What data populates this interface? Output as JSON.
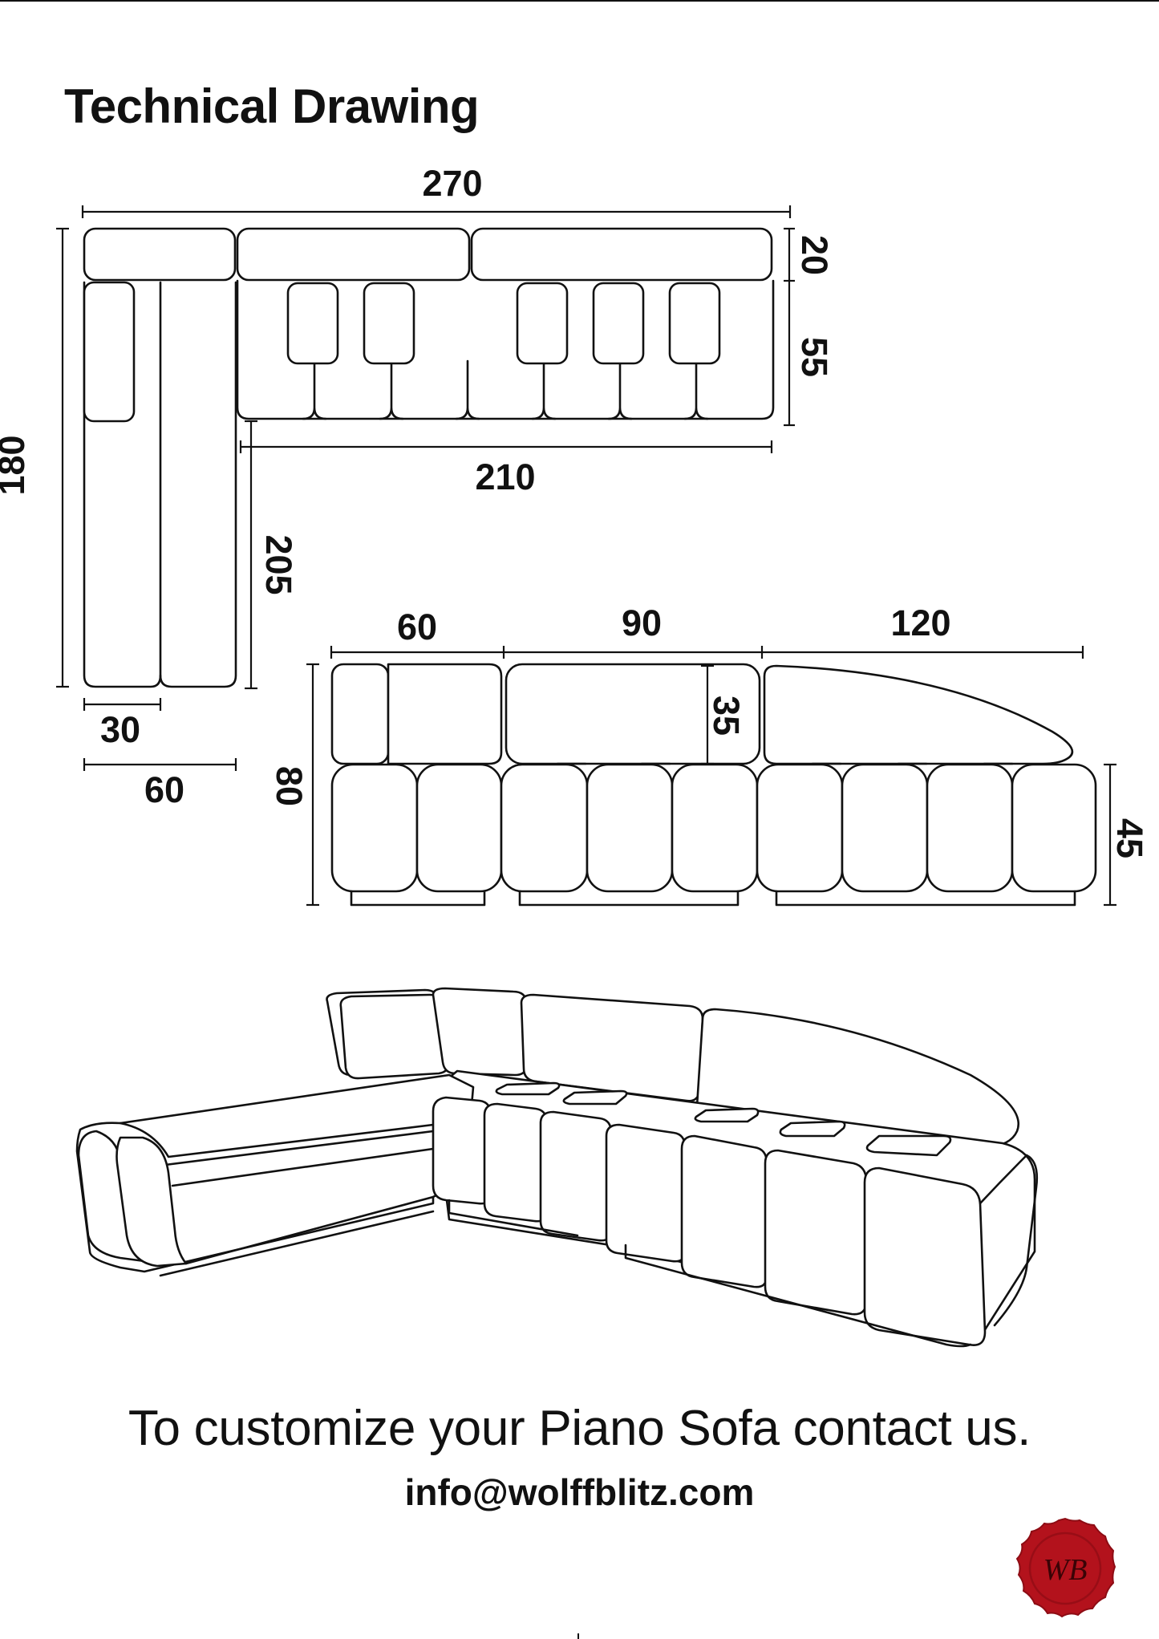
{
  "page": {
    "title": "Technical Drawing"
  },
  "top_view": {
    "width_total": "270",
    "back_depth": "20",
    "seat_depth": "55",
    "seat_run": "210",
    "overall_depth": "180",
    "chaise_length": "205",
    "arm_width": "30",
    "chaise_width": "60"
  },
  "front_view": {
    "module_1_width": "60",
    "module_2_width": "90",
    "module_3_width": "120",
    "back_height": "35",
    "overall_height": "80",
    "seat_height": "45"
  },
  "footer": {
    "cta_text": "To customize your Piano Sofa contact us.",
    "email": "info@wolffblitz.com"
  },
  "brand": {
    "logo_text": "WB",
    "seal_color": "#b3121c"
  }
}
